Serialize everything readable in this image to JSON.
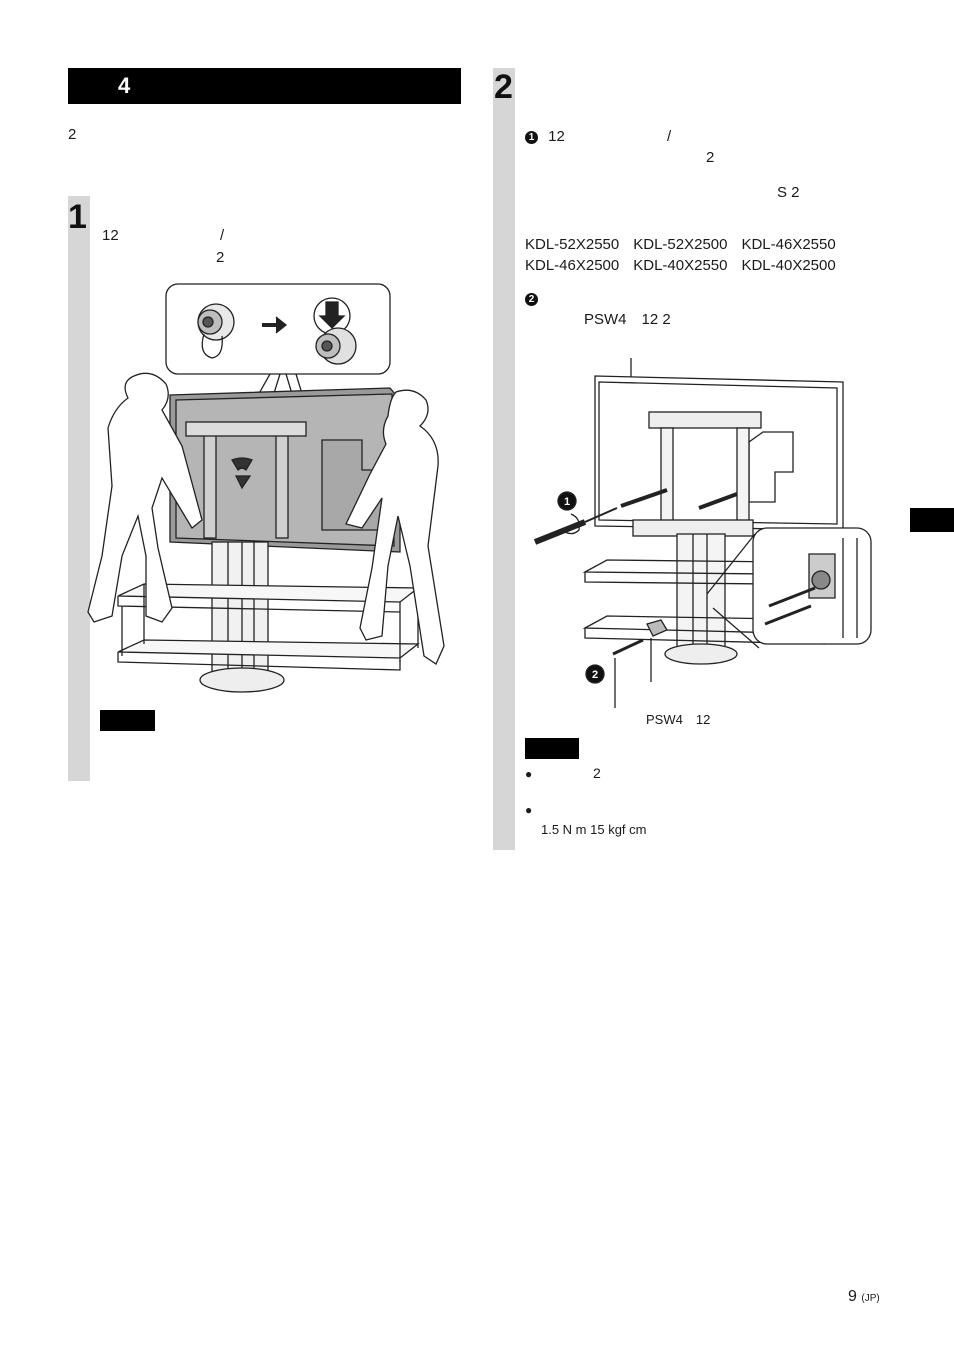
{
  "section": {
    "number": "4",
    "intro": "2"
  },
  "step1": {
    "number": "1",
    "text_line1_a": "12",
    "text_line1_b": "/",
    "text_line2": "2",
    "note_badge_text": ""
  },
  "step2": {
    "number": "2",
    "sub1_marker": "1",
    "sub1_line1_a": "12",
    "sub1_line1_b": "/",
    "sub1_line2": "2",
    "sub1_line3": "S 2",
    "models": [
      [
        "KDL-52X2550",
        "KDL-52X2500",
        "KDL-46X2550"
      ],
      [
        "KDL-46X2500",
        "KDL-40X2550",
        "KDL-40X2500"
      ]
    ],
    "sub2_marker": "2",
    "sub2_text": "PSW4　12 2",
    "figure_label_1": "1",
    "figure_label_2": "2",
    "figure_caption": "PSW4　12",
    "note_badge_text": "",
    "bullet1": "2",
    "bullet2_line2": "1.5 N m  15 kgf cm"
  },
  "footer": {
    "page_number": "9",
    "page_suffix": "(JP)"
  },
  "colors": {
    "panel": "#d6d6d6",
    "header": "#000000",
    "line_art": "#222222"
  }
}
